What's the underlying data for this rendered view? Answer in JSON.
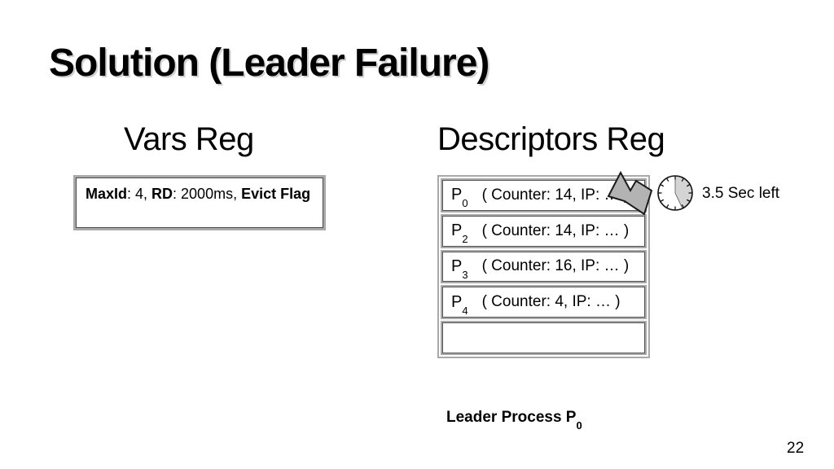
{
  "slide": {
    "title": "Solution (Leader Failure)",
    "page_number": "22"
  },
  "vars_reg": {
    "heading": "Vars Reg",
    "segments": {
      "b1": "MaxId",
      "r1": ": 4, ",
      "b2": "RD",
      "r2": ": 2000ms, ",
      "b3": "Evict Flag"
    }
  },
  "descriptors_reg": {
    "heading": "Descriptors Reg",
    "rows": [
      {
        "p": "P",
        "sub": "0",
        "detail": "( Counter: 14, IP: … )"
      },
      {
        "p": "P",
        "sub": "2",
        "detail": "( Counter: 14, IP: … )"
      },
      {
        "p": "P",
        "sub": "3",
        "detail": "( Counter: 16, IP: … )"
      },
      {
        "p": "P",
        "sub": "4",
        "detail": "( Counter: 4, IP: … )"
      },
      {
        "p": "",
        "sub": "",
        "detail": ""
      }
    ]
  },
  "timer": {
    "label": "3.5 Sec left",
    "icon": "clock-icon"
  },
  "failure_marker": {
    "icon": "failure-arrow-icon",
    "target_row": "P0"
  },
  "caption": {
    "prefix": "Leader Process P",
    "sub": "0"
  },
  "colors": {
    "background": "#ffffff",
    "text": "#000000",
    "border_gray": "#a9a9a9",
    "border_inner": "#4a4a4a",
    "arrow_fill": "#b3b3b3",
    "clock_sector": "#d4d4d4"
  }
}
